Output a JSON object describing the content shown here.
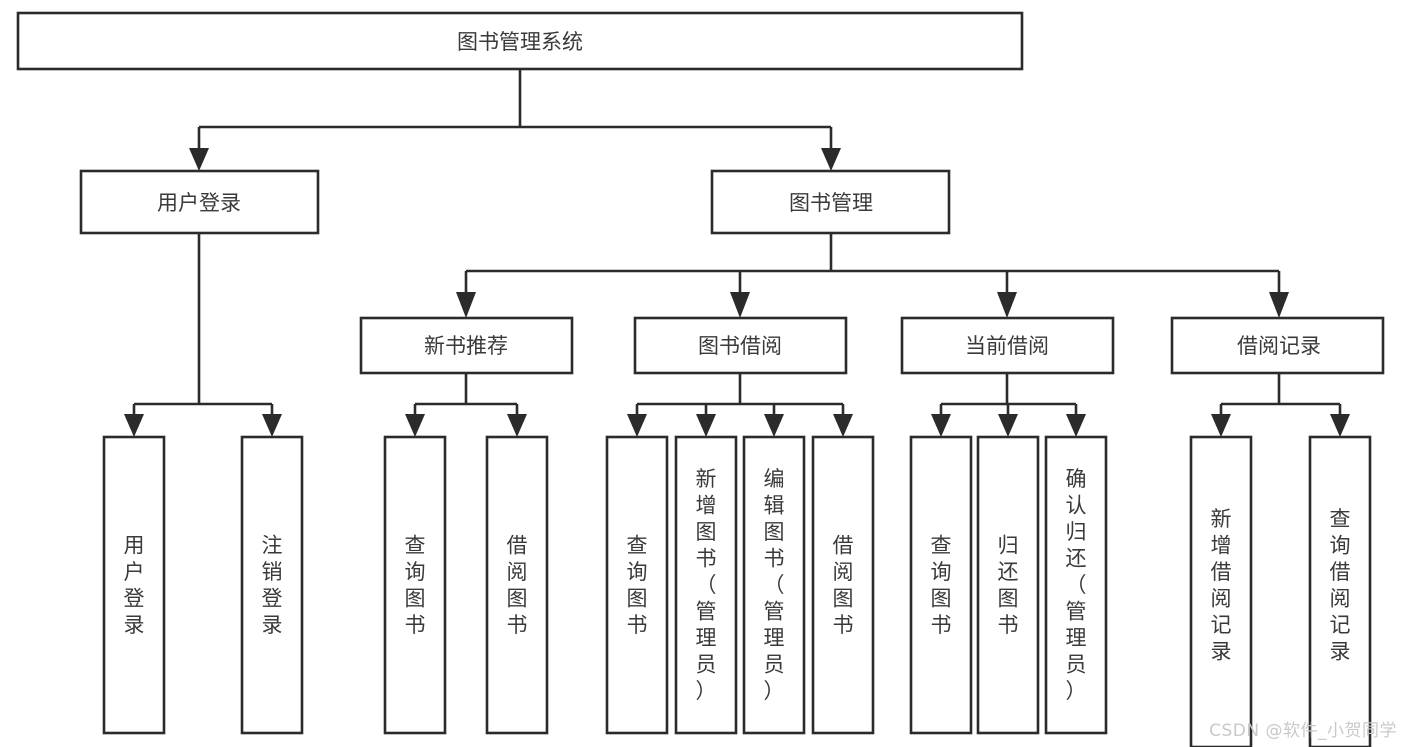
{
  "diagram": {
    "type": "tree",
    "title_node": {
      "label": "图书管理系统"
    },
    "level2": [
      {
        "id": "user-login",
        "label": "用户登录"
      },
      {
        "id": "book-manage",
        "label": "图书管理"
      }
    ],
    "level3": [
      {
        "id": "new-book-recommend",
        "label": "新书推荐",
        "parent": "book-manage"
      },
      {
        "id": "book-borrow",
        "label": "图书借阅",
        "parent": "book-manage"
      },
      {
        "id": "current-borrow",
        "label": "当前借阅",
        "parent": "book-manage"
      },
      {
        "id": "borrow-record",
        "label": "借阅记录",
        "parent": "book-manage"
      }
    ],
    "leaves": [
      {
        "id": "leaf-user-login",
        "label": "用户登录",
        "parent": "user-login"
      },
      {
        "id": "leaf-logout-login",
        "label": "注销登录",
        "parent": "user-login"
      },
      {
        "id": "leaf-query-book-1",
        "label": "查询图书",
        "parent": "new-book-recommend"
      },
      {
        "id": "leaf-borrow-book-1",
        "label": "借阅图书",
        "parent": "new-book-recommend"
      },
      {
        "id": "leaf-query-book-2",
        "label": "查询图书",
        "parent": "book-borrow"
      },
      {
        "id": "leaf-add-book",
        "label": "新增图书（管理员）",
        "parent": "book-borrow"
      },
      {
        "id": "leaf-edit-book",
        "label": "编辑图书（管理员）",
        "parent": "book-borrow"
      },
      {
        "id": "leaf-borrow-book-2",
        "label": "借阅图书",
        "parent": "book-borrow"
      },
      {
        "id": "leaf-query-book-3",
        "label": "查询图书",
        "parent": "current-borrow"
      },
      {
        "id": "leaf-return-book",
        "label": "归还图书",
        "parent": "current-borrow"
      },
      {
        "id": "leaf-confirm-return",
        "label": "确认归还（管理员）",
        "parent": "current-borrow"
      },
      {
        "id": "leaf-add-borrow-record",
        "label": "新增借阅记录",
        "parent": "borrow-record"
      },
      {
        "id": "leaf-query-borrow-record",
        "label": "查询借阅记录",
        "parent": "borrow-record"
      }
    ],
    "colors": {
      "box_fill": "#ffffff",
      "box_stroke": "#2b2b2b",
      "text": "#3a3a3a",
      "background": "#ffffff",
      "watermark": "#c9c9c9"
    }
  },
  "watermark": {
    "text": "CSDN @软件_小贺同学"
  }
}
